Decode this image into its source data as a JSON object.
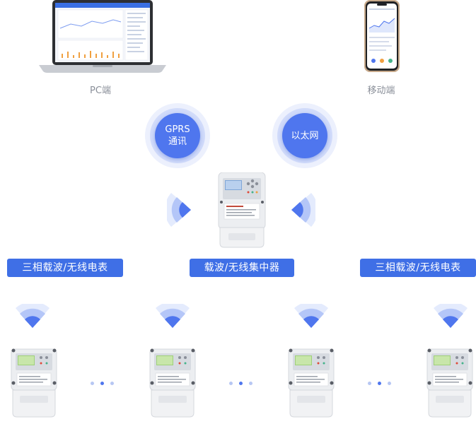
{
  "devices": {
    "pc_label": "PC端",
    "mobile_label": "移动端"
  },
  "channels": {
    "gprs_line1": "GPRS",
    "gprs_line2": "通讯",
    "ethernet": "以太网"
  },
  "tags": {
    "left": "三相载波/无线电表",
    "center": "载波/无线集中器",
    "right": "三相载波/无线电表"
  },
  "colors": {
    "accent": "#4f76ee",
    "tag": "#3f6fe6",
    "label": "#8a8f99"
  }
}
